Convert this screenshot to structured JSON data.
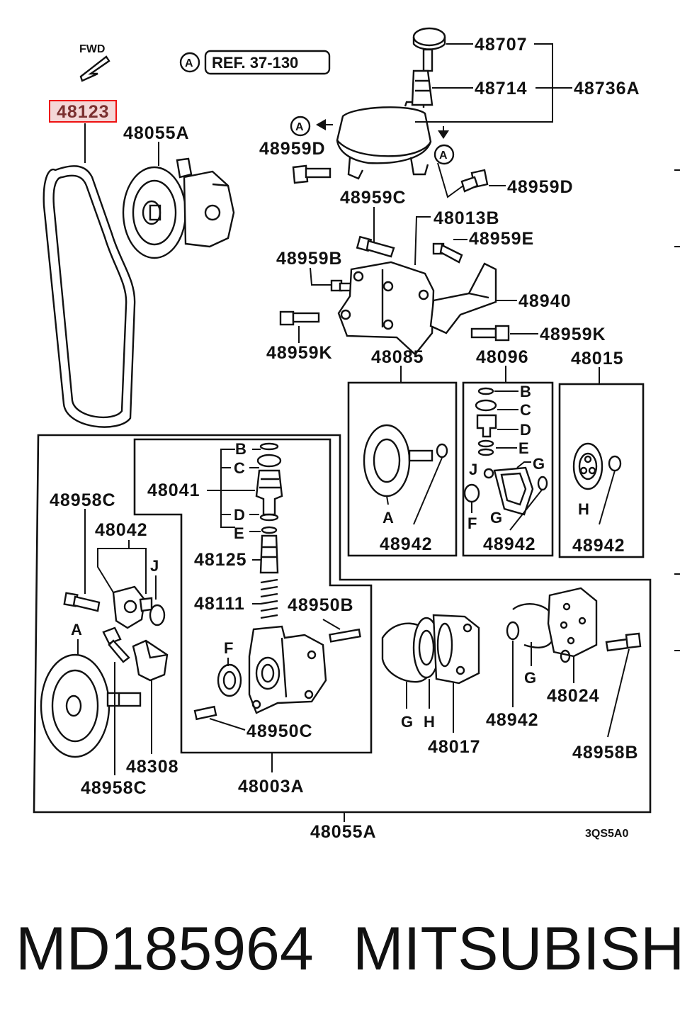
{
  "diagram": {
    "fwd_label": "FWD",
    "ref_circle": "A",
    "ref_label": "REF. 37-130",
    "drawing_code": "3QS5A0",
    "highlighted_part": "48123",
    "parts": {
      "p48707": "48707",
      "p48714": "48714",
      "p48736A": "48736A",
      "p48959D_left": "48959D",
      "p48959D_right": "48959D",
      "p48055A_top": "48055A",
      "p48959C": "48959C",
      "p48013B": "48013B",
      "p48959E": "48959E",
      "p48959B": "48959B",
      "p48940": "48940",
      "p48959K_left": "48959K",
      "p48959K_right": "48959K",
      "p48085": "48085",
      "p48096": "48096",
      "p48015": "48015",
      "p48942_a": "48942",
      "p48942_b": "48942",
      "p48942_c": "48942",
      "p48942_d": "48942",
      "p48041": "48041",
      "p48125": "48125",
      "p48111": "48111",
      "p48950B": "48950B",
      "p48950C": "48950C",
      "p48958C_top": "48958C",
      "p48958C_bottom": "48958C",
      "p48042": "48042",
      "p48308": "48308",
      "p48003A": "48003A",
      "p48017": "48017",
      "p48024": "48024",
      "p48958B": "48958B",
      "p48055A_bottom": "48055A"
    },
    "letters": {
      "circleA_1": "A",
      "circleA_2": "A",
      "circleA_3": "A",
      "k48096_B": "B",
      "k48096_C": "C",
      "k48096_D": "D",
      "k48096_E": "E",
      "k48096_J": "J",
      "k48096_G1": "G",
      "k48096_F": "F",
      "k48096_G2": "G",
      "k48085_A": "A",
      "k48015_H": "H",
      "v48041_B": "B",
      "v48041_C": "C",
      "v48041_D": "D",
      "v48041_E": "E",
      "pump_F": "F",
      "k42_J": "J",
      "pulley_A": "A",
      "cover_G": "G",
      "cover_H": "H",
      "plate_G": "G"
    }
  },
  "footer": {
    "part_number": "MD185964",
    "brand": "MITSUBISHI"
  }
}
